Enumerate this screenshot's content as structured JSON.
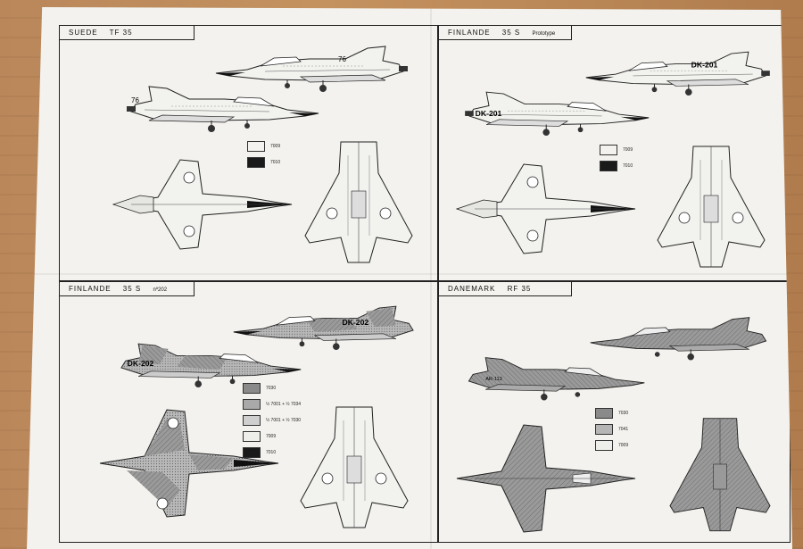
{
  "panels": [
    {
      "country": "SUEDE",
      "model": "TF 35",
      "subtitle": "",
      "side_code": "76",
      "legend": [
        {
          "code": "7009",
          "color": "#f4f2ee"
        },
        {
          "code": "7010",
          "color": "#1a1a1a"
        }
      ]
    },
    {
      "country": "FINLANDE",
      "model": "35 S",
      "subtitle": "Prototype",
      "side_code": "DK-201",
      "legend": [
        {
          "code": "7009",
          "color": "#f4f2ee"
        },
        {
          "code": "7010",
          "color": "#1a1a1a"
        }
      ]
    },
    {
      "country": "FINLANDE",
      "model": "35 S",
      "subtitle": "nº202",
      "side_code": "DK-202",
      "legend": [
        {
          "code": "7030",
          "color": "#8a8a8a"
        },
        {
          "code": "½ 7001 + ½ 7034",
          "color": "#a9a9a9"
        },
        {
          "code": "½ 7001 + ½ 7030",
          "color": "#cfcfcf"
        },
        {
          "code": "7009",
          "color": "#eeeeea"
        },
        {
          "code": "7010",
          "color": "#1a1a1a"
        }
      ]
    },
    {
      "country": "DANEMARK",
      "model": "RF 35",
      "subtitle": "",
      "side_code": "AR-113",
      "legend": [
        {
          "code": "7030",
          "color": "#8a8a8a"
        },
        {
          "code": "7041",
          "color": "#b5b5b5"
        },
        {
          "code": "7009",
          "color": "#eeeeea"
        }
      ]
    }
  ]
}
